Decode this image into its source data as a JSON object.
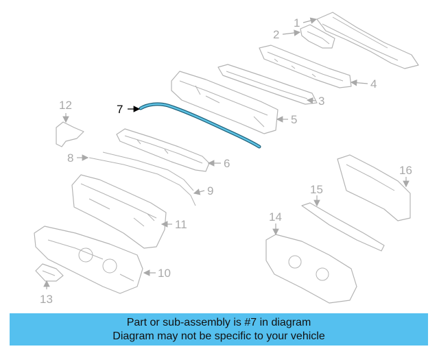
{
  "callouts": [
    "1",
    "2",
    "3",
    "4",
    "5",
    "6",
    "7",
    "8",
    "9",
    "10",
    "11",
    "12",
    "13",
    "14",
    "15",
    "16"
  ],
  "selected_part": "7",
  "colors": {
    "highlight": "#2f8fb0",
    "banner": "#55c0ef",
    "parts": "#b3b3b3"
  },
  "banner": {
    "line1": "Part or sub-assembly is #7 in diagram",
    "line2": "Diagram may not be specific to your vehicle"
  }
}
